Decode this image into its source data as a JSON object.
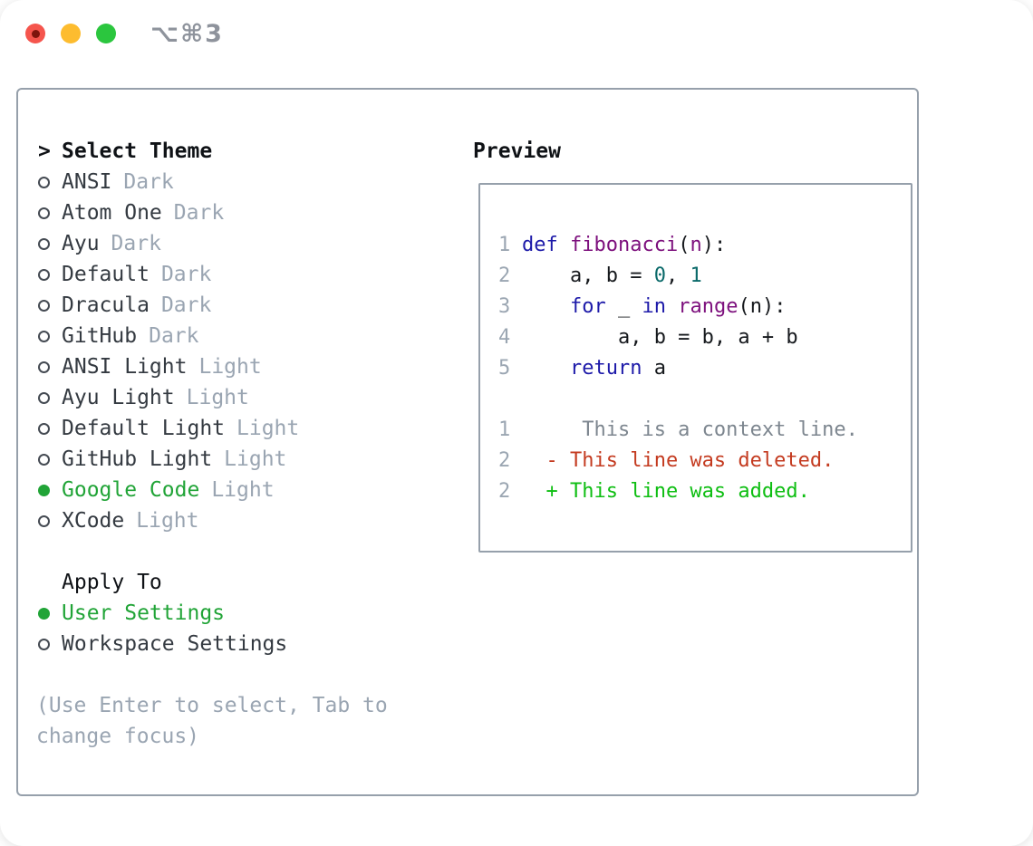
{
  "titlebar": {
    "title": "⌥⌘3"
  },
  "panel": {
    "select_theme": {
      "cursor": ">",
      "heading": "Select Theme",
      "items": [
        {
          "name": "ANSI",
          "variant": "Dark",
          "selected": false
        },
        {
          "name": "Atom One",
          "variant": "Dark",
          "selected": false
        },
        {
          "name": "Ayu",
          "variant": "Dark",
          "selected": false
        },
        {
          "name": "Default",
          "variant": "Dark",
          "selected": false
        },
        {
          "name": "Dracula",
          "variant": "Dark",
          "selected": false
        },
        {
          "name": "GitHub",
          "variant": "Dark",
          "selected": false
        },
        {
          "name": "ANSI Light",
          "variant": "Light",
          "selected": false
        },
        {
          "name": "Ayu Light",
          "variant": "Light",
          "selected": false
        },
        {
          "name": "Default Light",
          "variant": "Light",
          "selected": false
        },
        {
          "name": "GitHub Light",
          "variant": "Light",
          "selected": false
        },
        {
          "name": "Google Code",
          "variant": "Light",
          "selected": true
        },
        {
          "name": "XCode",
          "variant": "Light",
          "selected": false
        }
      ]
    },
    "apply_to": {
      "heading": "Apply To",
      "options": [
        {
          "label": "User Settings",
          "selected": true
        },
        {
          "label": "Workspace Settings",
          "selected": false
        }
      ]
    },
    "hint_lines": [
      "(Use Enter to select, Tab to",
      "change focus)"
    ]
  },
  "preview": {
    "heading": "Preview",
    "code_lines": [
      {
        "num": "1",
        "tokens": [
          [
            "kw",
            "def"
          ],
          [
            "pl",
            " "
          ],
          [
            "fn",
            "fibonacci"
          ],
          [
            "pl",
            "("
          ],
          [
            "fn",
            "n"
          ],
          [
            "pl",
            "):"
          ]
        ]
      },
      {
        "num": "2",
        "tokens": [
          [
            "pl",
            "    a, b = "
          ],
          [
            "lit",
            "0"
          ],
          [
            "pl",
            ", "
          ],
          [
            "lit",
            "1"
          ]
        ]
      },
      {
        "num": "3",
        "tokens": [
          [
            "pl",
            "    "
          ],
          [
            "kw",
            "for"
          ],
          [
            "pl",
            " _ "
          ],
          [
            "kw",
            "in"
          ],
          [
            "pl",
            " "
          ],
          [
            "fn",
            "range"
          ],
          [
            "pl",
            "(n):"
          ]
        ]
      },
      {
        "num": "4",
        "tokens": [
          [
            "pl",
            "        a, b = b, a + b"
          ]
        ]
      },
      {
        "num": "5",
        "tokens": [
          [
            "pl",
            "    "
          ],
          [
            "kw",
            "return"
          ],
          [
            "pl",
            " a"
          ]
        ]
      },
      {
        "num": "",
        "tokens": []
      },
      {
        "num": "1",
        "tokens": [
          [
            "ctx",
            "     This is a context line."
          ]
        ]
      },
      {
        "num": "2",
        "tokens": [
          [
            "del",
            "  - This line was deleted."
          ]
        ]
      },
      {
        "num": "2",
        "tokens": [
          [
            "add",
            "  + This line was added."
          ]
        ]
      }
    ]
  },
  "colors": {
    "green": "#21a437",
    "add": "#0ebe12",
    "del": "#c43b20",
    "kw": "#1d1aa9",
    "fn": "#7d107d",
    "lit": "#0b6a6a",
    "plain": "#16191d",
    "ctx": "#7d868f",
    "ln": "#9ba6b2",
    "secondary": "#9aa5b2",
    "text": "#343a41",
    "heading": "#0f1216",
    "border": "#96a0ab",
    "title": "#8e939c",
    "light_red": "#f5554d",
    "light_yellow": "#fdbc2f",
    "light_green": "#2bc63e"
  }
}
